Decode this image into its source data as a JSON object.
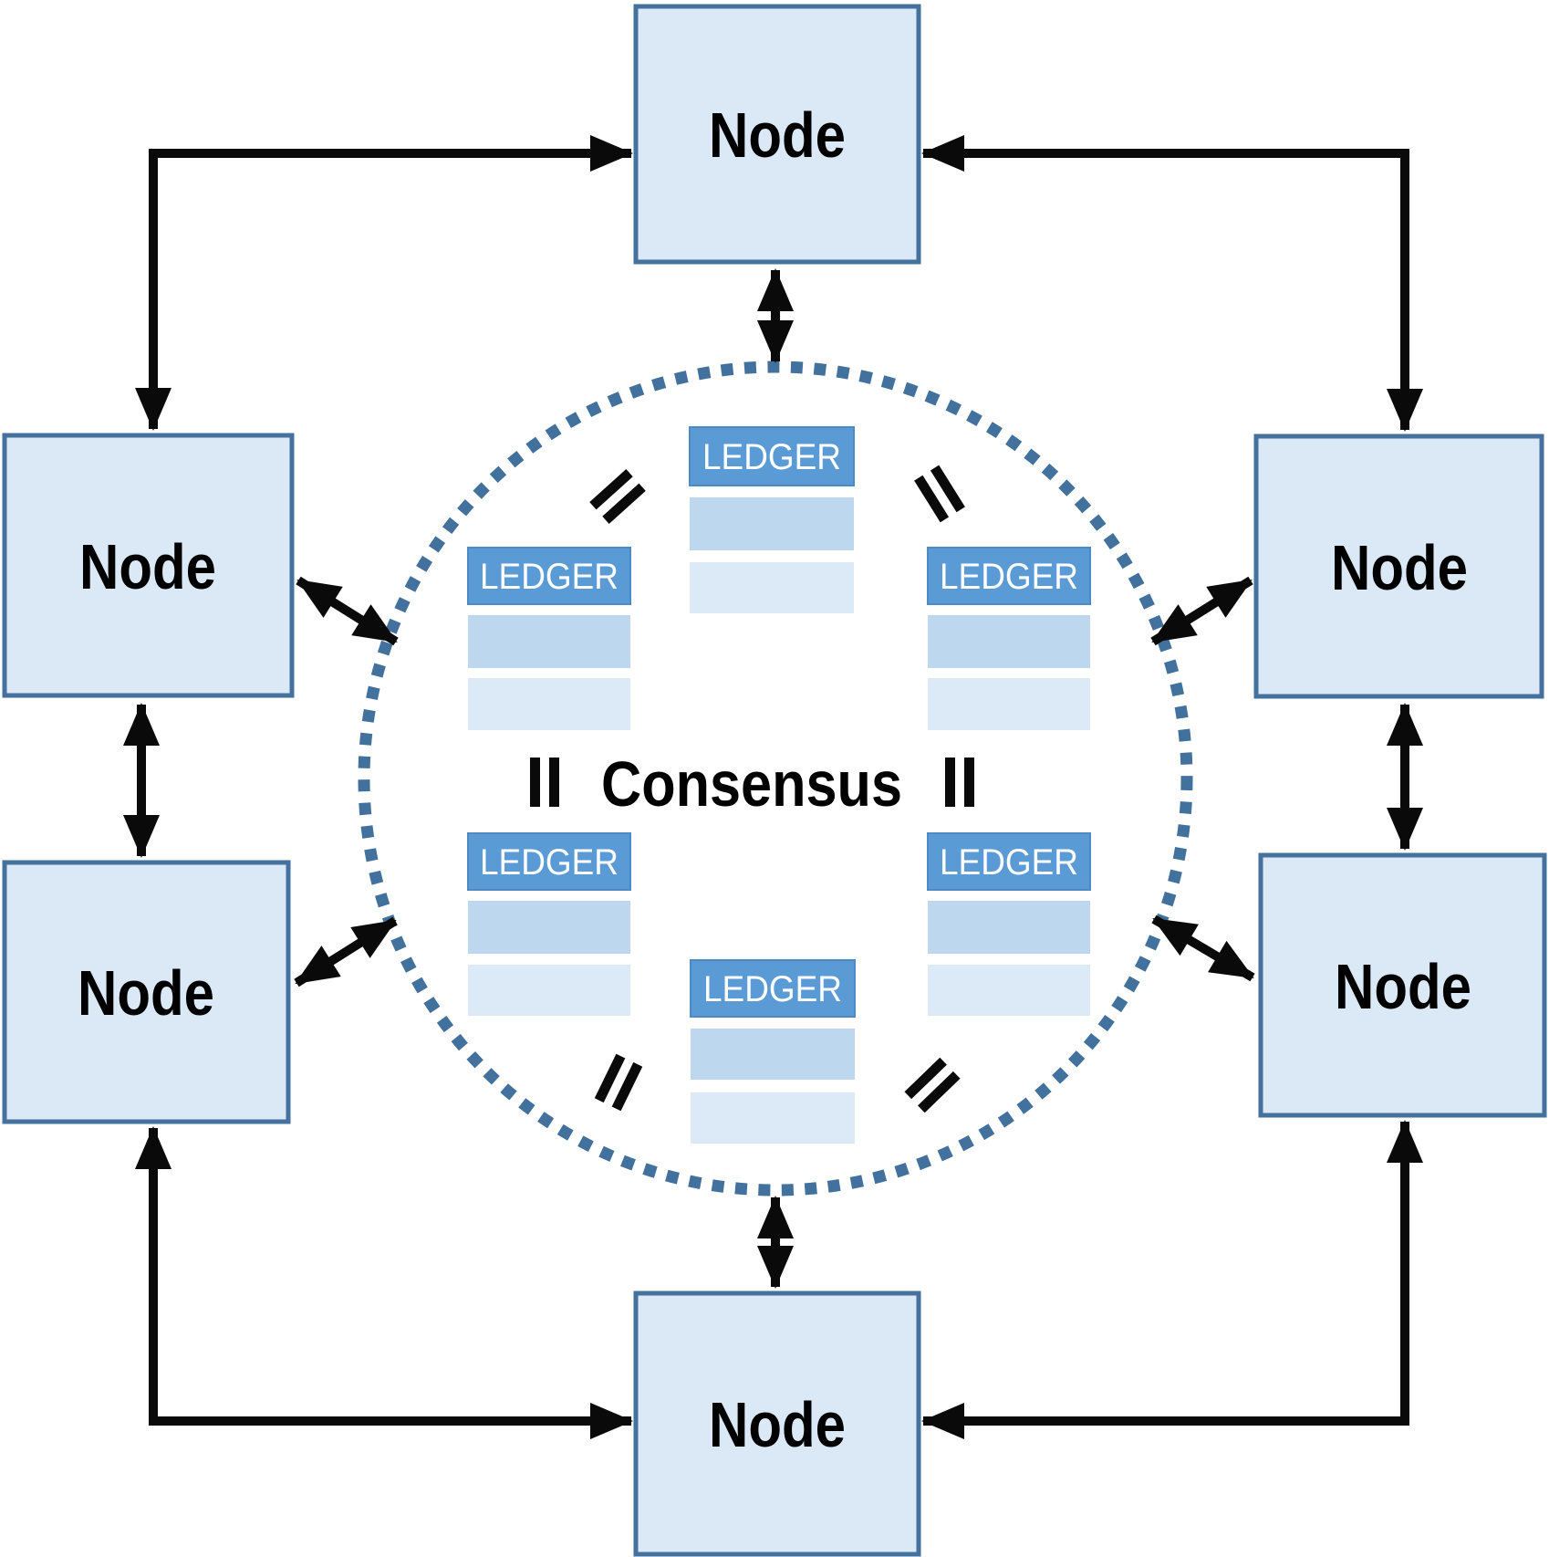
{
  "diagram": {
    "center_label": "Consensus",
    "nodes": [
      {
        "position": "top",
        "label": "Node"
      },
      {
        "position": "upper-left",
        "label": "Node"
      },
      {
        "position": "upper-right",
        "label": "Node"
      },
      {
        "position": "lower-left",
        "label": "Node"
      },
      {
        "position": "lower-right",
        "label": "Node"
      },
      {
        "position": "bottom",
        "label": "Node"
      }
    ],
    "ledgers": [
      {
        "position": "top-center",
        "header": "LEDGER",
        "rows": 2
      },
      {
        "position": "upper-left",
        "header": "LEDGER",
        "rows": 2
      },
      {
        "position": "upper-right",
        "header": "LEDGER",
        "rows": 2
      },
      {
        "position": "lower-left",
        "header": "LEDGER",
        "rows": 2
      },
      {
        "position": "lower-right",
        "header": "LEDGER",
        "rows": 2
      },
      {
        "position": "bottom-center",
        "header": "LEDGER",
        "rows": 2
      }
    ],
    "equals_marks": [
      "upper-left",
      "upper-right",
      "middle-left",
      "middle-right",
      "lower-left",
      "lower-right"
    ],
    "colors": {
      "node_fill": "#dbe8f5",
      "node_border": "#44719e",
      "ledger_header": "#5b9bd5",
      "ledger_row1": "#bdd7ee",
      "ledger_row2": "#dce9f7",
      "circle_dotted": "#41719c",
      "arrow": "#0a0a0a",
      "text": "#000000",
      "ledger_text": "#ffffff"
    }
  }
}
